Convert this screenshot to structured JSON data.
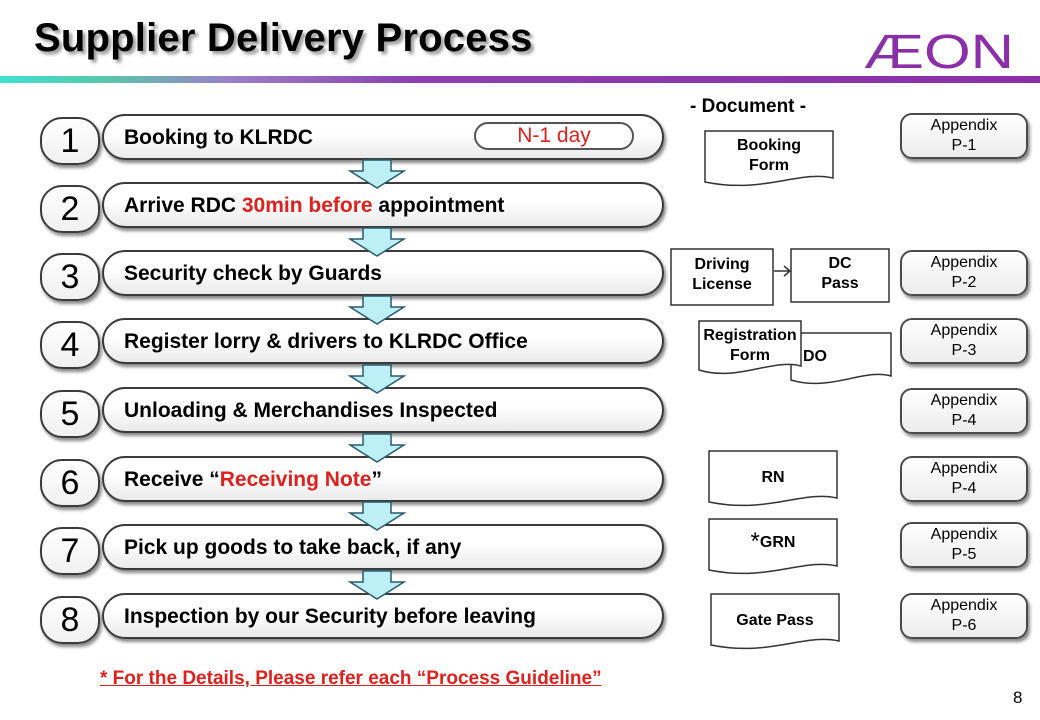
{
  "title": "Supplier Delivery Process",
  "logo_text": "ÆON",
  "document_header": "- Document -",
  "steps": [
    {
      "number": "1",
      "label": "Booking to KLRDC",
      "tag": "N-1 day"
    },
    {
      "number": "2",
      "label_pre": "Arrive RDC ",
      "label_highlight": "30min before",
      "label_post": " appointment"
    },
    {
      "number": "3",
      "label": "Security check by Guards"
    },
    {
      "number": "4",
      "label": "Register lorry & drivers to KLRDC Office"
    },
    {
      "number": "5",
      "label": "Unloading & Merchandises Inspected"
    },
    {
      "number": "6",
      "label_pre": "Receive “",
      "label_highlight": "Receiving Note",
      "label_post": "”"
    },
    {
      "number": "7",
      "label": "Pick up goods to take back, if any"
    },
    {
      "number": "8",
      "label": "Inspection by our Security before leaving"
    }
  ],
  "documents": {
    "booking_form": [
      "Booking",
      "Form"
    ],
    "driving_license": [
      "Driving",
      "License"
    ],
    "dc_pass": [
      "DC",
      "Pass"
    ],
    "registration_form": [
      "Registration",
      "Form"
    ],
    "do": "DO",
    "rn": "RN",
    "grn_star": "*",
    "grn": "GRN",
    "gate_pass": "Gate Pass"
  },
  "appendices": [
    {
      "title": "Appendix",
      "page": "P-1"
    },
    {
      "title": "Appendix",
      "page": "P-2"
    },
    {
      "title": "Appendix",
      "page": "P-3"
    },
    {
      "title": "Appendix",
      "page": "P-4"
    },
    {
      "title": "Appendix",
      "page": "P-4"
    },
    {
      "title": "Appendix",
      "page": "P-5"
    },
    {
      "title": "Appendix",
      "page": "P-6"
    }
  ],
  "footnote": "* For the Details, Please refer each “Process Guideline”",
  "page_number": "8",
  "colors": {
    "highlight": "#e0201c",
    "arrow_fill": "#bdeff6",
    "arrow_stroke": "#2a5a6a",
    "brand": "#8b2fa8"
  }
}
